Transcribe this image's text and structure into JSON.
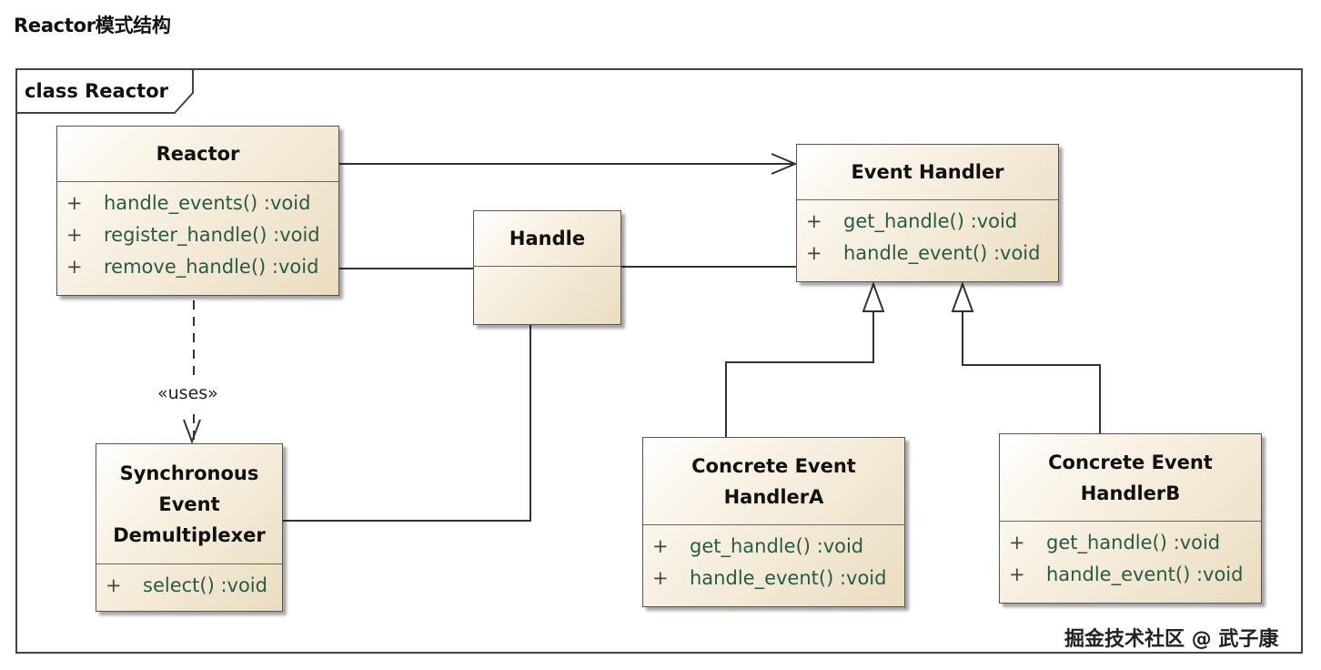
{
  "heading": "Reactor模式结构",
  "frame_label": "class Reactor",
  "stereotype": "«uses»",
  "classes": {
    "reactor": {
      "name": "Reactor",
      "ops": [
        {
          "vis": "+",
          "sig": "handle_events()  :void"
        },
        {
          "vis": "+",
          "sig": "register_handle()  :void"
        },
        {
          "vis": "+",
          "sig": "remove_handle()  :void"
        }
      ]
    },
    "handle": {
      "name": "Handle"
    },
    "event_handler": {
      "name": "Event Handler",
      "ops": [
        {
          "vis": "+",
          "sig": "get_handle()  :void"
        },
        {
          "vis": "+",
          "sig": "handle_event()  :void"
        }
      ]
    },
    "demux": {
      "name": "Synchronous\nEvent\nDemultiplexer",
      "ops": [
        {
          "vis": "+",
          "sig": "select()  :void"
        }
      ]
    },
    "concrete_a": {
      "name": "Concrete Event\nHandlerA",
      "ops": [
        {
          "vis": "+",
          "sig": "get_handle()  :void"
        },
        {
          "vis": "+",
          "sig": "handle_event()  :void"
        }
      ]
    },
    "concrete_b": {
      "name": "Concrete Event\nHandlerB",
      "ops": [
        {
          "vis": "+",
          "sig": "get_handle()  :void"
        },
        {
          "vis": "+",
          "sig": "handle_event()  :void"
        }
      ]
    }
  },
  "watermark": "掘金技术社区 @ 武子康"
}
